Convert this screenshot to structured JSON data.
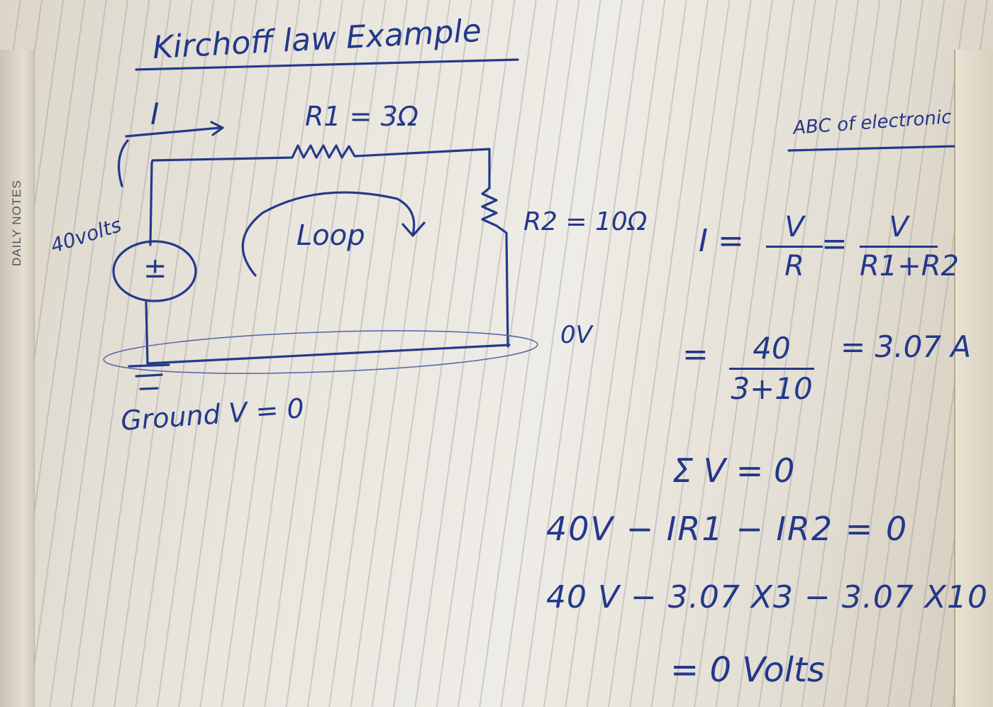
{
  "binding_label": "DAILY NOTES",
  "title": "Kirchoff law Example",
  "source_note": "ABC of electronic",
  "circuit": {
    "current_label": "I",
    "r1_label": "R1 = 3Ω",
    "r2_label": "R2 = 10Ω",
    "loop_label": "Loop",
    "source_label": "40volts",
    "source_symbol": "±",
    "node_label": "0V",
    "ground_label": "Ground  V = 0"
  },
  "equations": {
    "ohm_lhs": "I =",
    "frac1_num": "V",
    "frac1_den": "R",
    "eq_sign": "=",
    "frac2_num": "V",
    "frac2_den": "R1+R2",
    "eq_sign2": "=",
    "frac3_num": "40",
    "frac3_den": "3+10",
    "result": "= 3.07 A",
    "kvl": "Σ V = 0",
    "kvl_expanded": "40V − IR1 − IR2 = 0",
    "substitution": "40 V − 3.07 X3 − 3.07 X10",
    "final": "= 0 Volts"
  },
  "colors": {
    "ink": "#23388a",
    "paper": "#eceae3",
    "rule_line": "#8c8791"
  }
}
